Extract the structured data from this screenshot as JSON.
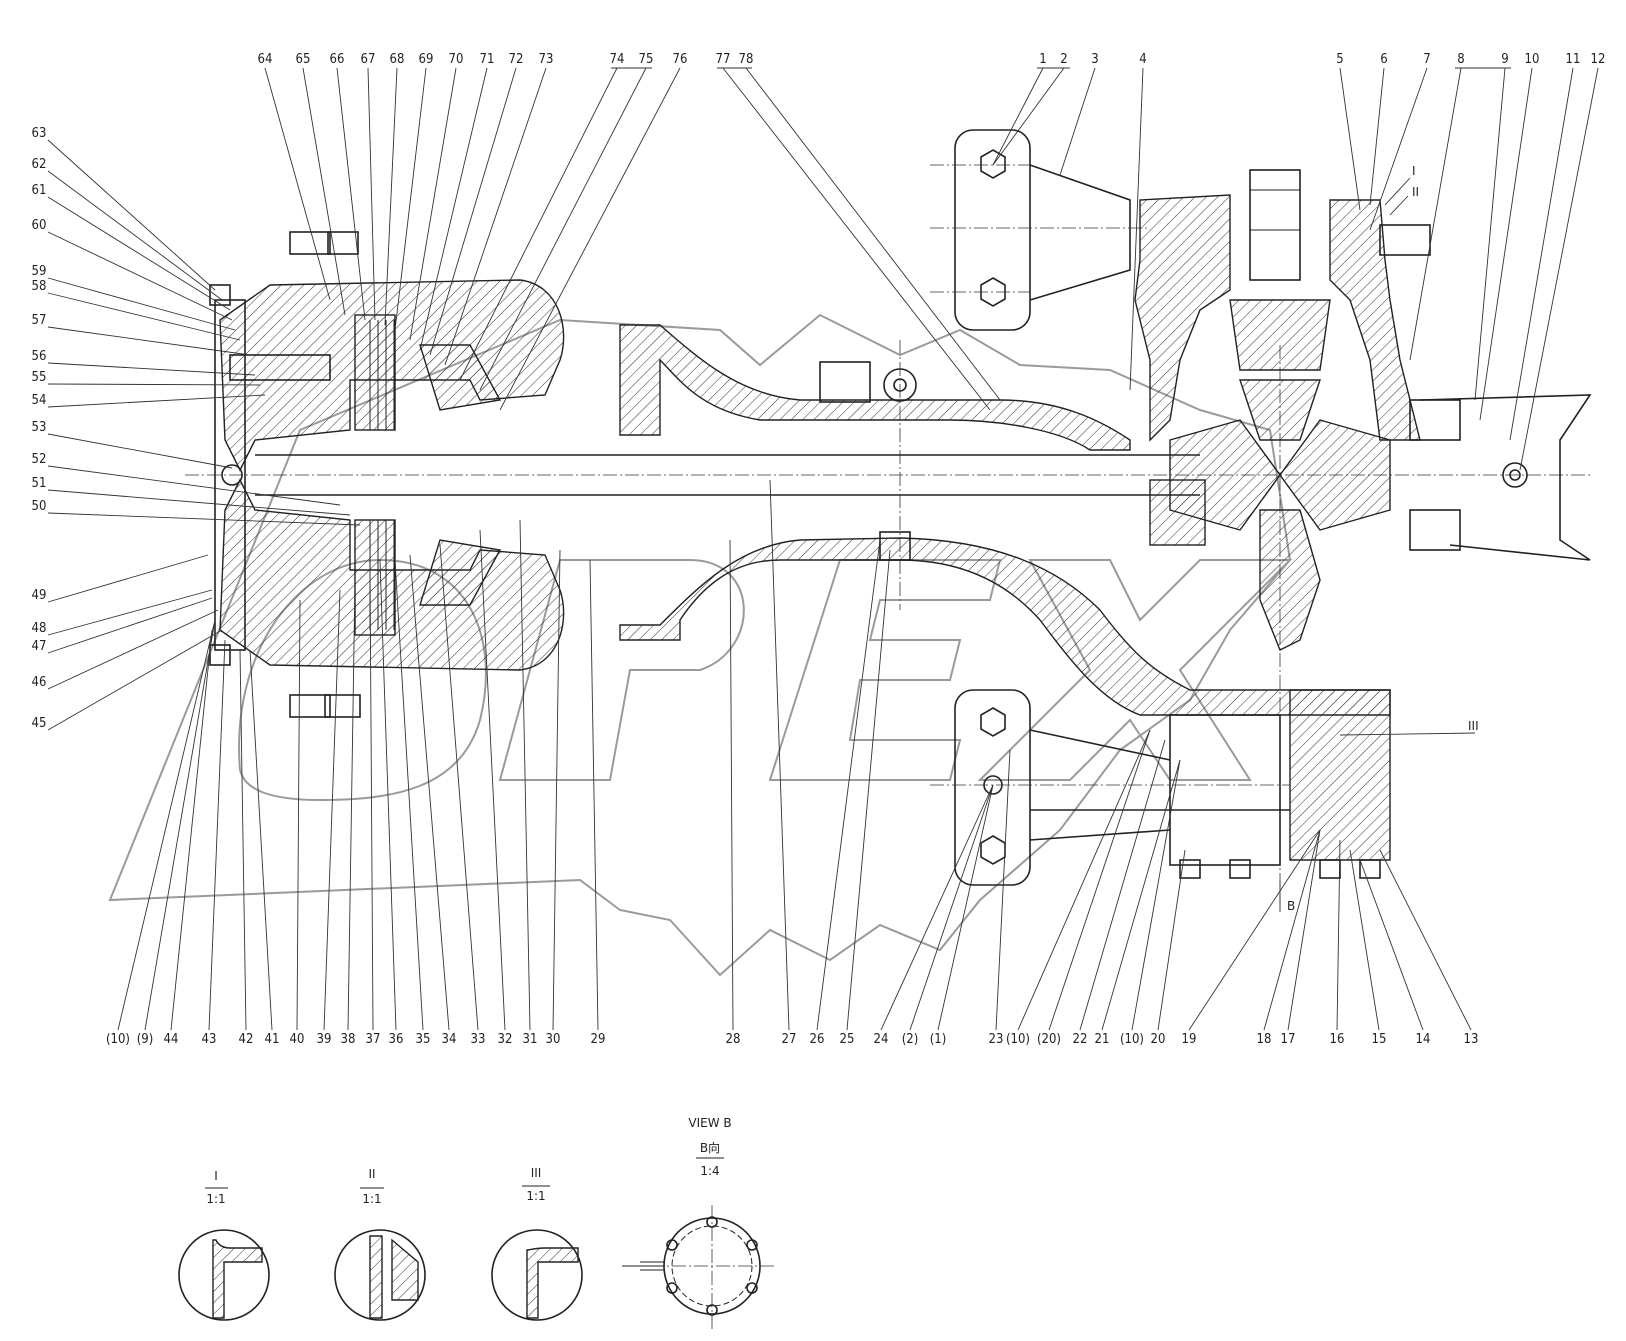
{
  "top_callouts": [
    "64",
    "65",
    "66",
    "67",
    "68",
    "69",
    "70",
    "71",
    "72",
    "73",
    "74",
    "75",
    "76",
    "77",
    "78",
    "1",
    "2",
    "3",
    "4",
    "5",
    "6",
    "7",
    "8",
    "9",
    "10",
    "11",
    "12"
  ],
  "left_callouts": [
    "63",
    "62",
    "61",
    "60",
    "59",
    "58",
    "57",
    "56",
    "55",
    "54",
    "53",
    "52",
    "51",
    "50",
    "49",
    "48",
    "47",
    "46",
    "45"
  ],
  "bottom_callouts": [
    "(10)",
    "(9)",
    "44",
    "43",
    "42",
    "41",
    "40",
    "39",
    "38",
    "37",
    "36",
    "35",
    "34",
    "33",
    "32",
    "31",
    "30",
    "29",
    "28",
    "27",
    "26",
    "25",
    "24",
    "(2)",
    "(1)",
    "23",
    "(10)",
    "(20)",
    "22",
    "21",
    "(10)",
    "20",
    "19",
    "18",
    "17",
    "16",
    "15",
    "14",
    "13"
  ],
  "detail_marks": [
    "I",
    "II",
    "III"
  ],
  "section_letter": "B",
  "view_label": "VIEW B",
  "view_label_cn": "B向",
  "view_scale": "1:4",
  "details": [
    {
      "mark": "I",
      "scale": "1:1"
    },
    {
      "mark": "II",
      "scale": "1:1"
    },
    {
      "mark": "III",
      "scale": "1:1"
    }
  ],
  "watermark": "OPEX"
}
